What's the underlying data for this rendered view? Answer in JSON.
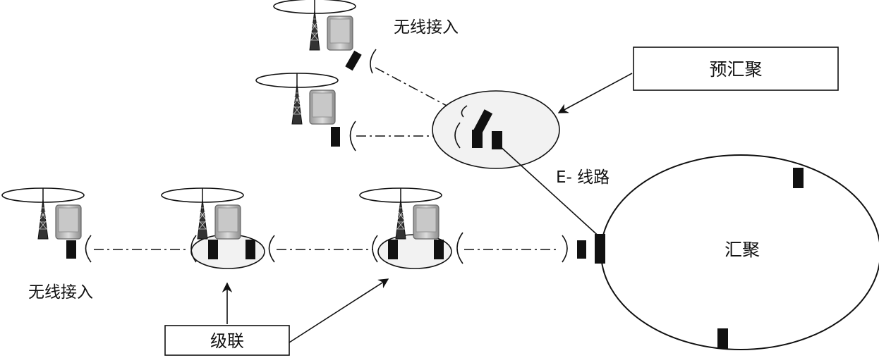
{
  "labels": {
    "wireless_access_top": "无线接入",
    "pre_aggregation": "预汇聚",
    "e_line": "E- 线路",
    "aggregation": "汇聚",
    "wireless_access_bottom": "无线接入",
    "cascade": "级联"
  },
  "icons": {
    "base_station": "antenna-tower-with-cabinet-icon",
    "port": "port-block-icon",
    "radio_link": "dash-dot-microwave-link"
  }
}
